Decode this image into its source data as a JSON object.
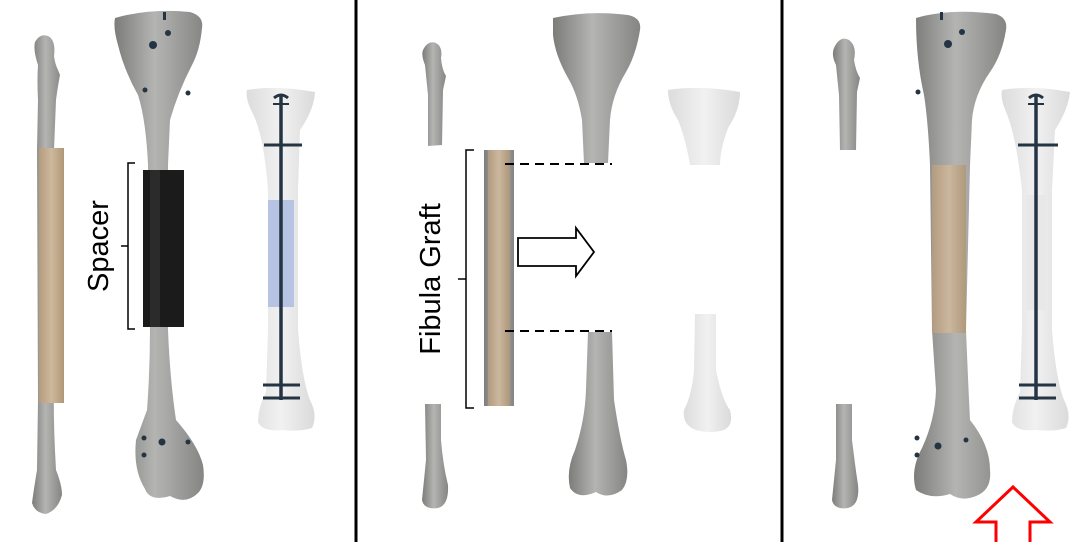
{
  "labels": {
    "spacer": "Spacer",
    "fibula_graft": "Fibula Graft"
  },
  "panels": [
    {
      "id": "panel-1"
    },
    {
      "id": "panel-2"
    },
    {
      "id": "panel-3"
    }
  ],
  "colors": {
    "bone": "#9e9e9c",
    "bone_shade": "#7f7f7d",
    "graft": "#c2ab8e",
    "spacer": "#1b1b1b",
    "ghost_bone": "#e6e6e6",
    "ghost_spacer": "#b7c3e3",
    "implant": "#243443",
    "divider": "#000000",
    "arrow_red": "#ff0000"
  }
}
